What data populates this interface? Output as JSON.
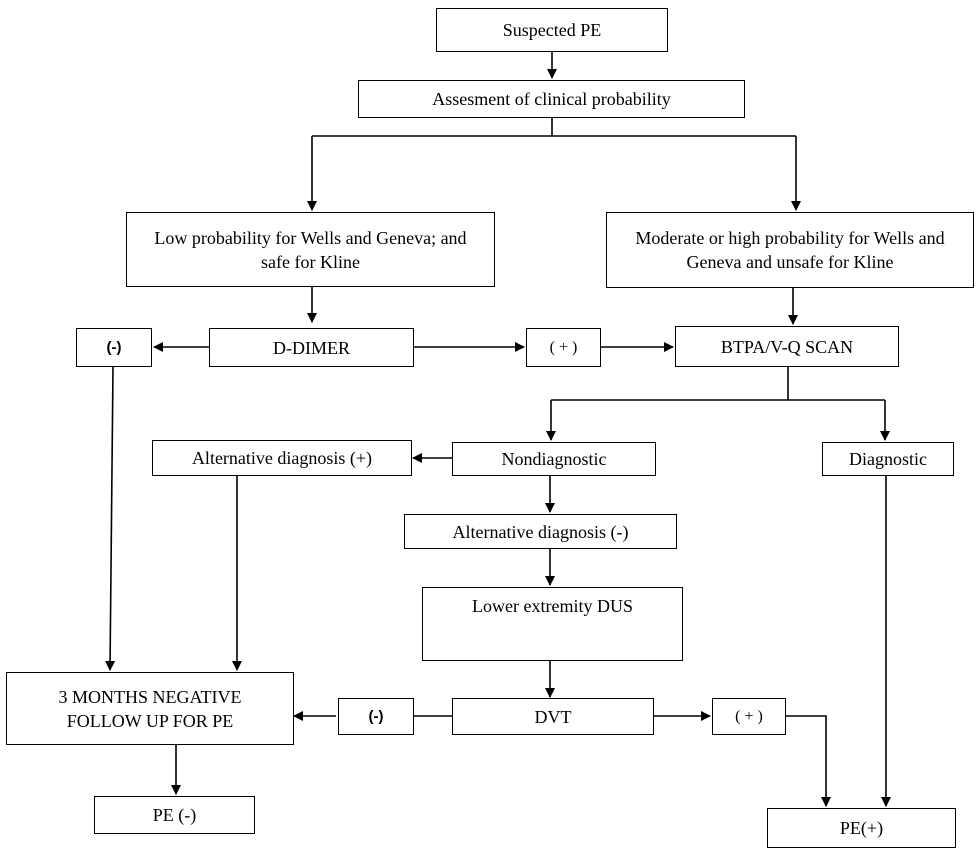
{
  "nodes": {
    "suspected_pe": "Suspected PE",
    "assessment": "Assesment of clinical probability",
    "low_prob": "Low probability for Wells and Geneva; and safe for Kline",
    "mod_high_prob": "Moderate or high probability for Wells and Geneva and unsafe for Kline",
    "d_dimer_neg": "(-)",
    "d_dimer": "D-DIMER",
    "d_dimer_pos": "( + )",
    "btpa_vq": "BTPA/V-Q SCAN",
    "alt_dx_pos": "Alternative diagnosis (+)",
    "nondiagnostic": "Nondiagnostic",
    "diagnostic": "Diagnostic",
    "alt_dx_neg": "Alternative diagnosis (-)",
    "lower_dus": "Lower extremity DUS",
    "followup": "3 MONTHS NEGATIVE FOLLOW UP FOR PE",
    "dvt_neg": "(-)",
    "dvt": "DVT",
    "dvt_pos": "( + )",
    "pe_neg": "PE (-)",
    "pe_pos": "PE(+)"
  }
}
